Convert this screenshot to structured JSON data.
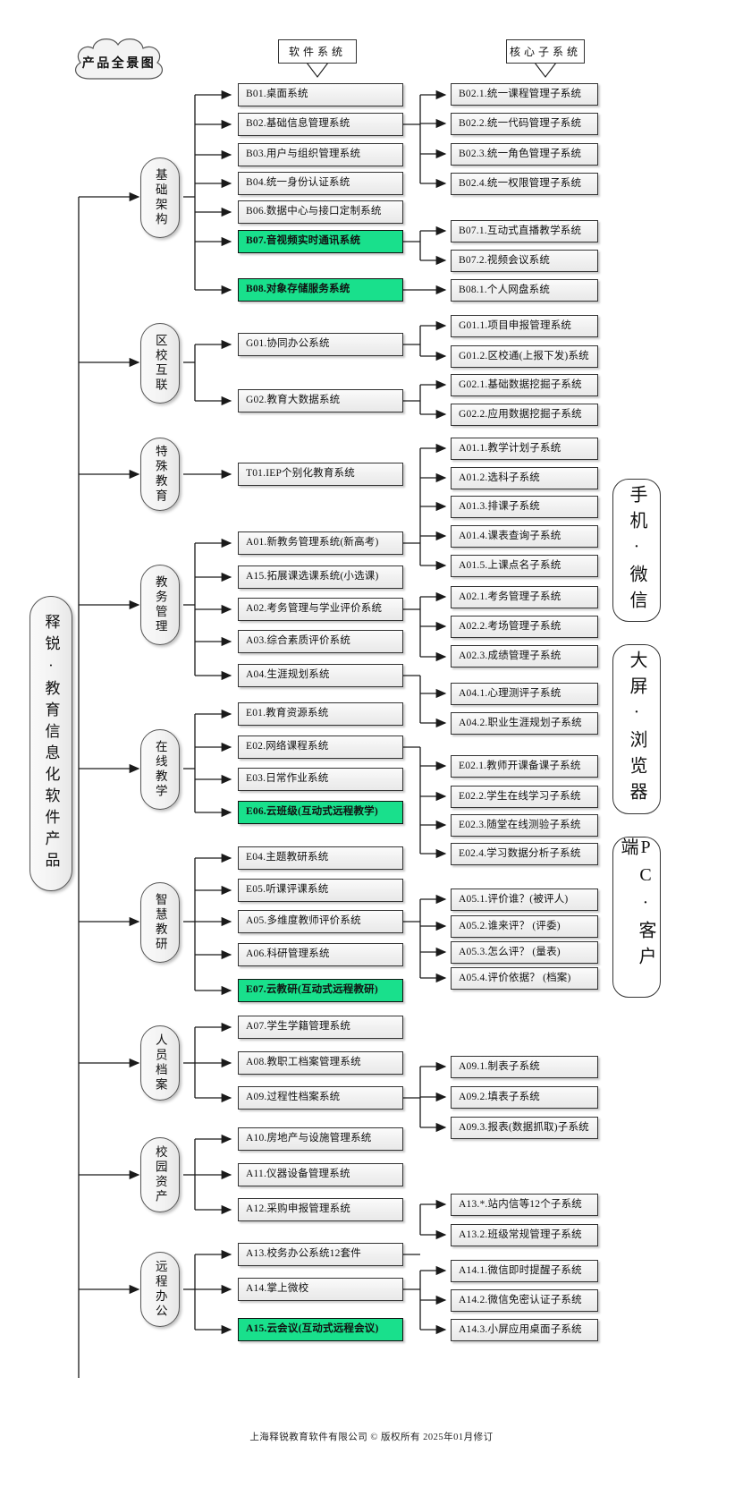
{
  "title_cloud": "产品全景图",
  "root": {
    "label": "释锐·教育信息化软件产品"
  },
  "headers": [
    {
      "name": "software-systems-header",
      "label": "软件系统"
    },
    {
      "name": "core-subsystems-header",
      "label": "核心子系统"
    }
  ],
  "categories": [
    {
      "id": "cat-jcjg",
      "label": "基础架构"
    },
    {
      "id": "cat-qxhl",
      "label": "区校互联"
    },
    {
      "id": "cat-tsjy",
      "label": "特殊教育"
    },
    {
      "id": "cat-jwgl",
      "label": "教务管理"
    },
    {
      "id": "cat-zxjx",
      "label": "在线教学"
    },
    {
      "id": "cat-zhjy",
      "label": "智慧教研"
    },
    {
      "id": "cat-ryda",
      "label": "人员档案"
    },
    {
      "id": "cat-xyzc",
      "label": "校园资产"
    },
    {
      "id": "cat-ycbg",
      "label": "远程办公"
    }
  ],
  "systems": [
    {
      "id": "B01",
      "label": "B01.桌面系统",
      "green": false
    },
    {
      "id": "B02",
      "label": "B02.基础信息管理系统",
      "green": false
    },
    {
      "id": "B03",
      "label": "B03.用户与组织管理系统",
      "green": false
    },
    {
      "id": "B04",
      "label": "B04.统一身份认证系统",
      "green": false
    },
    {
      "id": "B06",
      "label": "B06.数据中心与接口定制系统",
      "green": false
    },
    {
      "id": "B07",
      "label": "B07.音视频实时通讯系统",
      "green": true
    },
    {
      "id": "B08",
      "label": "B08.对象存储服务系统",
      "green": true
    },
    {
      "id": "G01",
      "label": "G01.协同办公系统",
      "green": false
    },
    {
      "id": "G02",
      "label": "G02.教育大数据系统",
      "green": false
    },
    {
      "id": "T01",
      "label": "T01.IEP个别化教育系统",
      "green": false
    },
    {
      "id": "A01",
      "label": "A01.新教务管理系统(新高考)",
      "green": false
    },
    {
      "id": "A15",
      "label": "A15.拓展课选课系统(小选课)",
      "green": false
    },
    {
      "id": "A02",
      "label": "A02.考务管理与学业评价系统",
      "green": false
    },
    {
      "id": "A03",
      "label": "A03.综合素质评价系统",
      "green": false
    },
    {
      "id": "A04",
      "label": "A04.生涯规划系统",
      "green": false
    },
    {
      "id": "E01",
      "label": "E01.教育资源系统",
      "green": false
    },
    {
      "id": "E02",
      "label": "E02.网络课程系统",
      "green": false
    },
    {
      "id": "E03",
      "label": "E03.日常作业系统",
      "green": false
    },
    {
      "id": "E06",
      "label": "E06.云班级(互动式远程教学)",
      "green": true
    },
    {
      "id": "E04",
      "label": "E04.主题教研系统",
      "green": false
    },
    {
      "id": "E05",
      "label": "E05.听课评课系统",
      "green": false
    },
    {
      "id": "A05",
      "label": "A05.多维度教师评价系统",
      "green": false
    },
    {
      "id": "A06",
      "label": "A06.科研管理系统",
      "green": false
    },
    {
      "id": "E07",
      "label": "E07.云教研(互动式远程教研)",
      "green": true
    },
    {
      "id": "A07",
      "label": "A07.学生学籍管理系统",
      "green": false
    },
    {
      "id": "A08",
      "label": "A08.教职工档案管理系统",
      "green": false
    },
    {
      "id": "A09",
      "label": "A09.过程性档案系统",
      "green": false
    },
    {
      "id": "A10",
      "label": "A10.房地产与设施管理系统",
      "green": false
    },
    {
      "id": "A11",
      "label": "A11.仪器设备管理系统",
      "green": false
    },
    {
      "id": "A12",
      "label": "A12.采购申报管理系统",
      "green": false
    },
    {
      "id": "A13",
      "label": "A13.校务办公系统12套件",
      "green": false
    },
    {
      "id": "A14",
      "label": "A14.掌上微校",
      "green": false
    },
    {
      "id": "A15b",
      "label": "A15.云会议(互动式远程会议)",
      "green": true
    }
  ],
  "subsystems": [
    {
      "id": "B02-1",
      "label": "B02.1.统一课程管理子系统"
    },
    {
      "id": "B02-2",
      "label": "B02.2.统一代码管理子系统"
    },
    {
      "id": "B02-3",
      "label": "B02.3.统一角色管理子系统"
    },
    {
      "id": "B02-4",
      "label": "B02.4.统一权限管理子系统"
    },
    {
      "id": "B07-1",
      "label": "B07.1.互动式直播教学系统"
    },
    {
      "id": "B07-2",
      "label": "B07.2.视频会议系统"
    },
    {
      "id": "B08-1",
      "label": "B08.1.个人网盘系统"
    },
    {
      "id": "G01-1",
      "label": "G01.1.项目申报管理系统"
    },
    {
      "id": "G01-2",
      "label": "G01.2.区校通(上报下发)系统"
    },
    {
      "id": "G02-1",
      "label": "G02.1.基础数据挖掘子系统"
    },
    {
      "id": "G02-2",
      "label": "G02.2.应用数据挖掘子系统"
    },
    {
      "id": "A01-1",
      "label": "A01.1.教学计划子系统"
    },
    {
      "id": "A01-2",
      "label": "A01.2.选科子系统"
    },
    {
      "id": "A01-3",
      "label": "A01.3.排课子系统"
    },
    {
      "id": "A01-4",
      "label": "A01.4.课表查询子系统"
    },
    {
      "id": "A01-5",
      "label": "A01.5.上课点名子系统"
    },
    {
      "id": "A02-1",
      "label": "A02.1.考务管理子系统"
    },
    {
      "id": "A02-2",
      "label": "A02.2.考场管理子系统"
    },
    {
      "id": "A02-3",
      "label": "A02.3.成绩管理子系统"
    },
    {
      "id": "A04-1",
      "label": "A04.1.心理测评子系统"
    },
    {
      "id": "A04-2",
      "label": "A04.2.职业生涯规划子系统"
    },
    {
      "id": "E02-1",
      "label": "E02.1.教师开课备课子系统"
    },
    {
      "id": "E02-2",
      "label": "E02.2.学生在线学习子系统"
    },
    {
      "id": "E02-3",
      "label": "E02.3.随堂在线测验子系统"
    },
    {
      "id": "E02-4",
      "label": "E02.4.学习数据分析子系统"
    },
    {
      "id": "A05-1",
      "label": "A05.1.评价谁？(被评人)"
    },
    {
      "id": "A05-2",
      "label": "A05.2.谁来评？ (评委)"
    },
    {
      "id": "A05-3",
      "label": "A05.3.怎么评？ (量表)"
    },
    {
      "id": "A05-4",
      "label": "A05.4.评价依据？ (档案)"
    },
    {
      "id": "A09-1",
      "label": "A09.1.制表子系统"
    },
    {
      "id": "A09-2",
      "label": "A09.2.填表子系统"
    },
    {
      "id": "A09-3",
      "label": "A09.3.报表(数据抓取)子系统"
    },
    {
      "id": "A13-1",
      "label": "A13.*.站内信等12个子系统"
    },
    {
      "id": "A13-2",
      "label": "A13.2.班级常规管理子系统"
    },
    {
      "id": "A14-1",
      "label": "A14.1.微信即时提醒子系统"
    },
    {
      "id": "A14-2",
      "label": "A14.2.微信免密认证子系统"
    },
    {
      "id": "A14-3",
      "label": "A14.3.小屏应用桌面子系统"
    }
  ],
  "platforms": [
    {
      "id": "plat-mobile",
      "label": "手机·微信"
    },
    {
      "id": "plat-screen",
      "label": "大屏·浏览器"
    },
    {
      "id": "plat-pc",
      "label": "PC·客户端"
    }
  ],
  "footer": "上海释锐教育软件有限公司 © 版权所有  2025年01月修订",
  "colors": {
    "highlight": "#19E08C",
    "box_border": "#333333",
    "line": "#222222"
  }
}
